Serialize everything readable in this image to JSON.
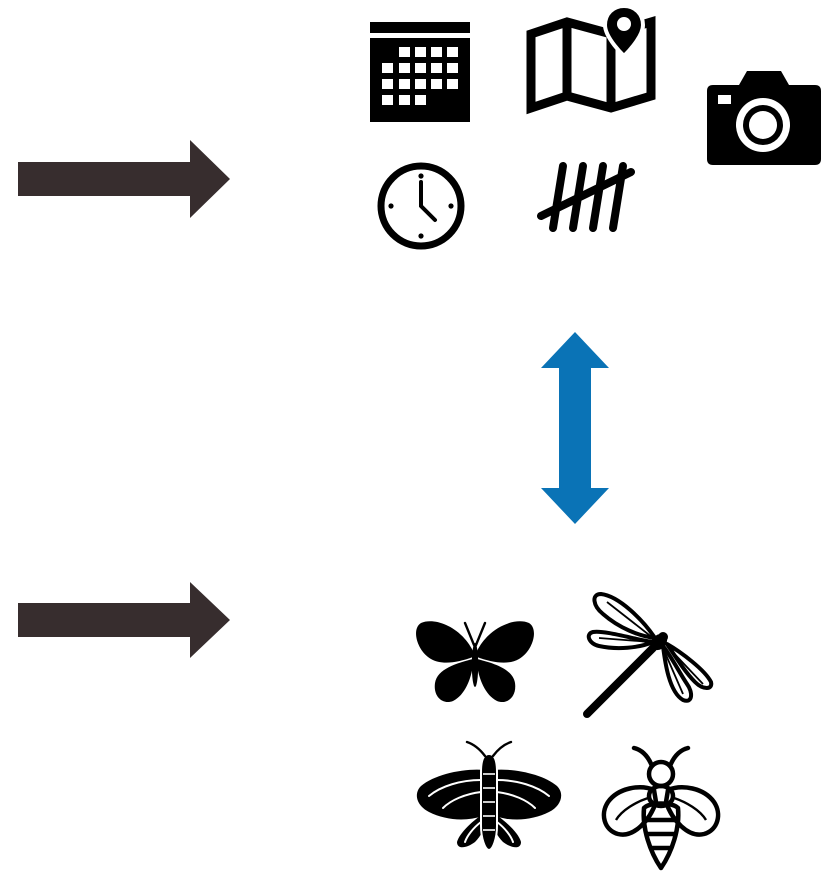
{
  "colors": {
    "arrow_dark": "#372d2e",
    "arrow_blue": "#0a73b6",
    "icon_black": "#000000",
    "background": "#ffffff"
  },
  "arrows": [
    {
      "name": "right-arrow-top",
      "direction": "right",
      "color_key": "arrow_dark"
    },
    {
      "name": "right-arrow-bottom",
      "direction": "right",
      "color_key": "arrow_dark"
    },
    {
      "name": "double-arrow-vertical",
      "direction": "up-down",
      "color_key": "arrow_blue"
    }
  ],
  "icon_groups": {
    "data_collection": [
      "calendar-icon",
      "map-pin-icon",
      "camera-icon",
      "clock-icon",
      "tally-marks-icon"
    ],
    "insects": [
      "butterfly-icon",
      "dragonfly-icon",
      "moth-icon",
      "bee-icon"
    ]
  }
}
